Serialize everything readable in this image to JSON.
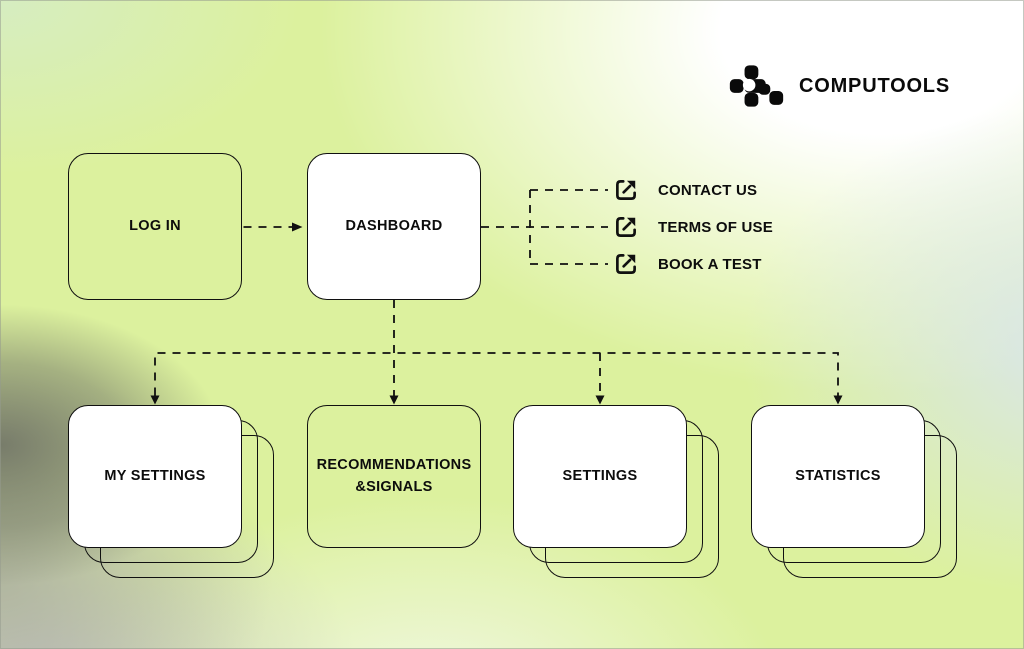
{
  "brand": {
    "name": "COMPUTOOLS"
  },
  "nodes": {
    "login": "LOG IN",
    "dashboard": "DASHBOARD",
    "my_settings": "MY SETTINGS",
    "recommendations": "RECOMMENDATIONS\n&SIGNALS",
    "settings": "SETTINGS",
    "statistics": "STATISTICS"
  },
  "external_links": [
    {
      "label": "CONTACT US",
      "icon": "external-link-icon"
    },
    {
      "label": "TERMS OF USE",
      "icon": "external-link-icon"
    },
    {
      "label": "BOOK A TEST",
      "icon": "external-link-icon"
    }
  ],
  "icons": {
    "logo_mark": "computools-pixel-mark",
    "external_link": "arrow-out-of-box"
  },
  "colors": {
    "line": "#101010",
    "card_fill": "#ffffff",
    "background_lime": "#dcf19e",
    "background_gray_smudge": "#6e7165",
    "background_blue_tint": "#d9e5ef",
    "text": "#0c0c0c"
  }
}
